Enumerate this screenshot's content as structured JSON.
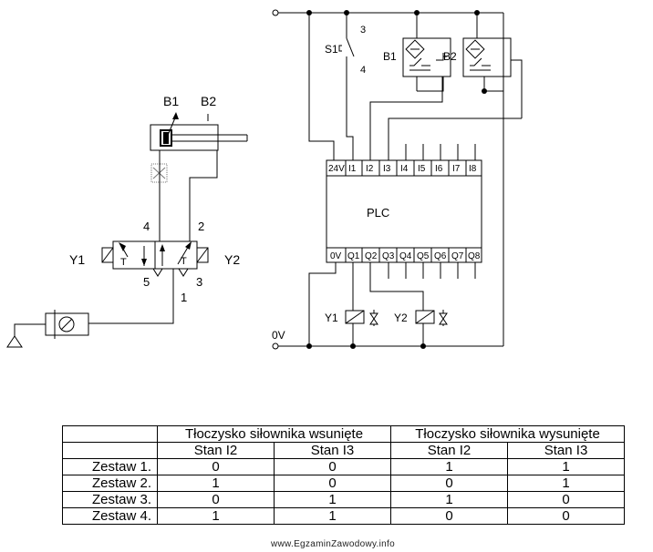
{
  "pneumatic": {
    "sensor_b1": "B1",
    "sensor_b2": "B2",
    "coil_y1": "Y1",
    "coil_y2": "Y2",
    "port_4": "4",
    "port_2": "2",
    "port_5": "5",
    "port_3": "3",
    "port_1": "1"
  },
  "electrical": {
    "switch_label": "S1",
    "switch_top": "3",
    "switch_bottom": "4",
    "sensor_b1": "B1",
    "sensor_b2": "B2",
    "coil_y1": "Y1",
    "coil_y2": "Y2",
    "ground": "0V",
    "plc_label": "PLC",
    "inputs": [
      "24V",
      "I1",
      "I2",
      "I3",
      "I4",
      "I5",
      "I6",
      "I7",
      "I8"
    ],
    "outputs": [
      "0V",
      "Q1",
      "Q2",
      "Q3",
      "Q4",
      "Q5",
      "Q6",
      "Q7",
      "Q8"
    ]
  },
  "table": {
    "group_retracted": "Tłoczysko siłownika wsunięte",
    "group_extended": "Tłoczysko siłownika wysunięte",
    "subheaders": [
      "Stan I2",
      "Stan I3",
      "Stan I2",
      "Stan I3"
    ],
    "rows": [
      {
        "label": "Zestaw 1.",
        "values": [
          "0",
          "0",
          "1",
          "1"
        ]
      },
      {
        "label": "Zestaw 2.",
        "values": [
          "1",
          "0",
          "0",
          "1"
        ]
      },
      {
        "label": "Zestaw 3.",
        "values": [
          "0",
          "1",
          "1",
          "0"
        ]
      },
      {
        "label": "Zestaw 4.",
        "values": [
          "1",
          "1",
          "0",
          "0"
        ]
      }
    ]
  },
  "watermark": "www.EgzaminZawodowy.info"
}
